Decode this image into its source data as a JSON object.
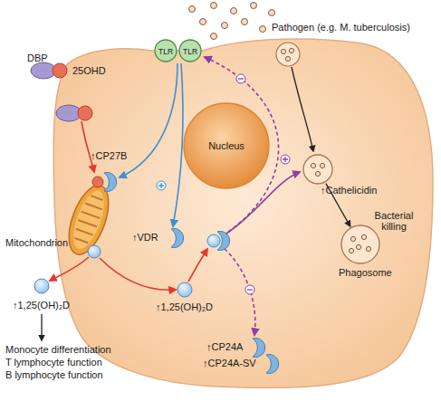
{
  "diagram": {
    "nodes": [
      {
        "text": [
          "TLR"
        ]
      },
      {
        "text": [
          "TLR"
        ]
      },
      {
        "text": [
          "Nucleus"
        ]
      },
      {
        "text": [
          "↑Cathelicidin"
        ]
      },
      {
        "text": [
          "Bacterial killing",
          "Phagosome"
        ]
      }
    ],
    "edges": [
      {
        "from": 3,
        "to": 4,
        "arrow": "to"
      }
    ],
    "labels": [
      "Pathogen (e.g. M. tuberculosis)",
      "DBP",
      "25OHD",
      "↑CP27B",
      "Mitochondrion",
      "↑VDR",
      "↑1,25(OH)₂D",
      "↑1,25(OH)₂D",
      "↑CP24A",
      "↑CP24A-SV",
      "Monocyte differentiation",
      "T lymphocyte function",
      "B lymphocyte function"
    ]
  }
}
